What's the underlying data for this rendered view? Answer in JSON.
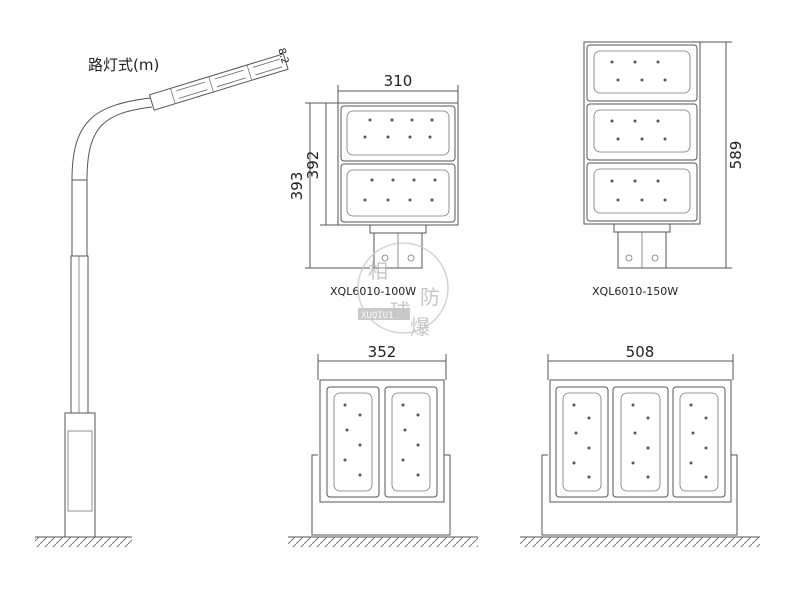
{
  "title": "路灯式(m)",
  "height_mark": "8.2",
  "dims": {
    "w100": "310",
    "h100_outer": "393",
    "h100_inner": "392",
    "w150_height": "589",
    "side_w_double": "352",
    "side_w_triple": "508"
  },
  "models": {
    "m100": "XQL6010-100W",
    "m150": "XQL6010-150W"
  },
  "watermark": {
    "c1": "相",
    "c2": "球",
    "c3": "防",
    "c4": "爆",
    "latin": "XUQIU1"
  }
}
